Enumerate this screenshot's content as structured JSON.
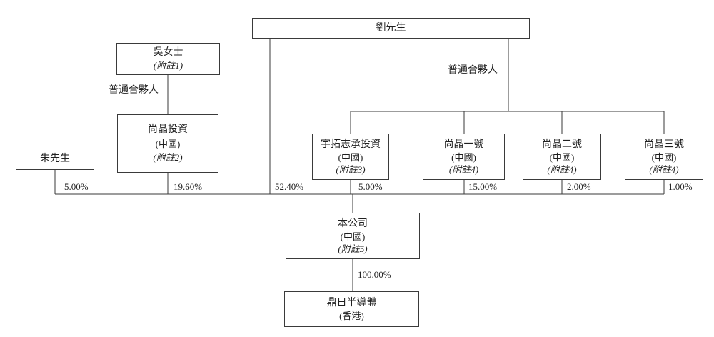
{
  "diagram": {
    "boxes": {
      "liu": {
        "name": "劉先生"
      },
      "wu": {
        "name": "吳女士",
        "note": "(附註1)"
      },
      "shangjing_investment": {
        "name": "尚晶投資",
        "region": "(中國)",
        "note": "(附註2)"
      },
      "zhu": {
        "name": "朱先生"
      },
      "yutuo": {
        "name": "宇拓志承投資",
        "region": "(中國)",
        "note": "(附註3)"
      },
      "shangjing_no1": {
        "name": "尚晶一號",
        "region": "(中國)",
        "note": "(附註4)"
      },
      "shangjing_no2": {
        "name": "尚晶二號",
        "region": "(中國)",
        "note": "(附註4)"
      },
      "shangjing_no3": {
        "name": "尚晶三號",
        "region": "(中國)",
        "note": "(附註4)"
      },
      "company": {
        "name": "本公司",
        "region": "(中國)",
        "note": "(附註5)"
      },
      "dingri": {
        "name": "鼎日半導體",
        "region": "(香港)"
      }
    },
    "labels": {
      "gp_left": "普通合夥人",
      "gp_right": "普通合夥人",
      "pct_zhu": "5.00%",
      "pct_shangjing_investment": "19.60%",
      "pct_liu_direct": "52.40%",
      "pct_yutuo": "5.00%",
      "pct_no1": "15.00%",
      "pct_no2": "2.00%",
      "pct_no3": "1.00%",
      "pct_dingri": "100.00%"
    },
    "colors": {
      "line": "#3a3a3a",
      "box_border": "#3a3a3a",
      "background": "#ffffff",
      "text": "#1f1f1f"
    }
  }
}
